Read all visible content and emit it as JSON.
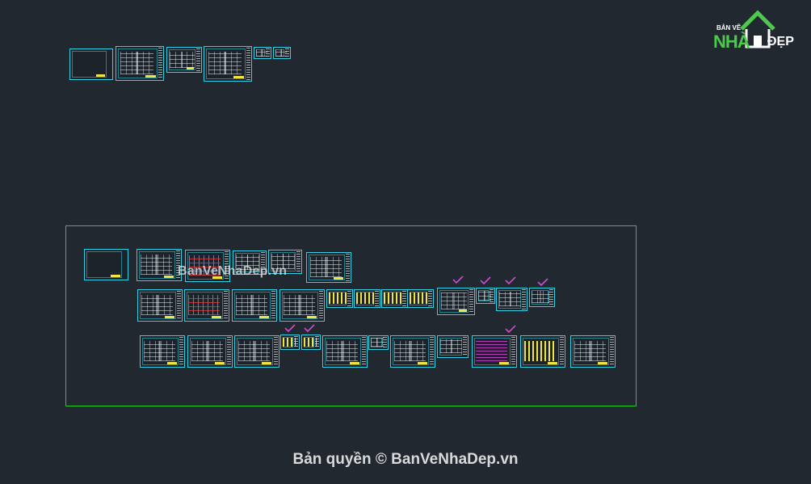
{
  "logo": {
    "line1": "BẢN VẼ",
    "line2": "NHÀ",
    "line3": "ĐẸP"
  },
  "watermark": "BanVeNhaDep.vn",
  "copyright": "Bản quyền © BanVeNhaDep.vn",
  "colors": {
    "background": "#212830",
    "sheet_border": "#2fd3e6",
    "group_border": "#1fd11f",
    "checkmark": "#d24ad2",
    "logo_green": "#4ec94e"
  }
}
